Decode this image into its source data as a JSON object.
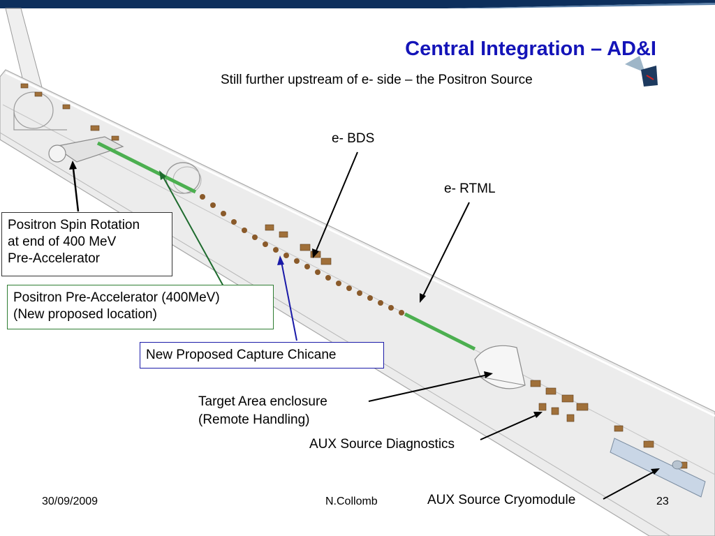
{
  "slide": {
    "title": "Central Integration – AD&I",
    "subtitle": "Still further upstream of e- side – the Positron Source"
  },
  "labels": {
    "e_bds": "e- BDS",
    "e_rtml": "e- RTML",
    "spin_rotation": [
      "Positron Spin Rotation",
      "at end of 400 MeV",
      "Pre-Accelerator"
    ],
    "pre_accelerator": [
      "Positron Pre-Accelerator (400MeV)",
      "(New proposed location)"
    ],
    "capture_chicane": "New Proposed Capture Chicane",
    "target_area": [
      "Target Area enclosure",
      "(Remote Handling)"
    ],
    "aux_diagnostics": "AUX Source Diagnostics",
    "aux_cryomodule": "AUX Source Cryomodule"
  },
  "footer": {
    "date": "30/09/2009",
    "author": "N.Collomb",
    "page": "23"
  },
  "colors": {
    "title": "#1414b8",
    "header_band": "#0d2f5c",
    "tunnel": "#c8c8c8",
    "magnet": "#a0703a",
    "beamline_green": "#4caf50",
    "arrow_green": "#1e6b2e",
    "arrow_blue": "#1a1aa8"
  }
}
